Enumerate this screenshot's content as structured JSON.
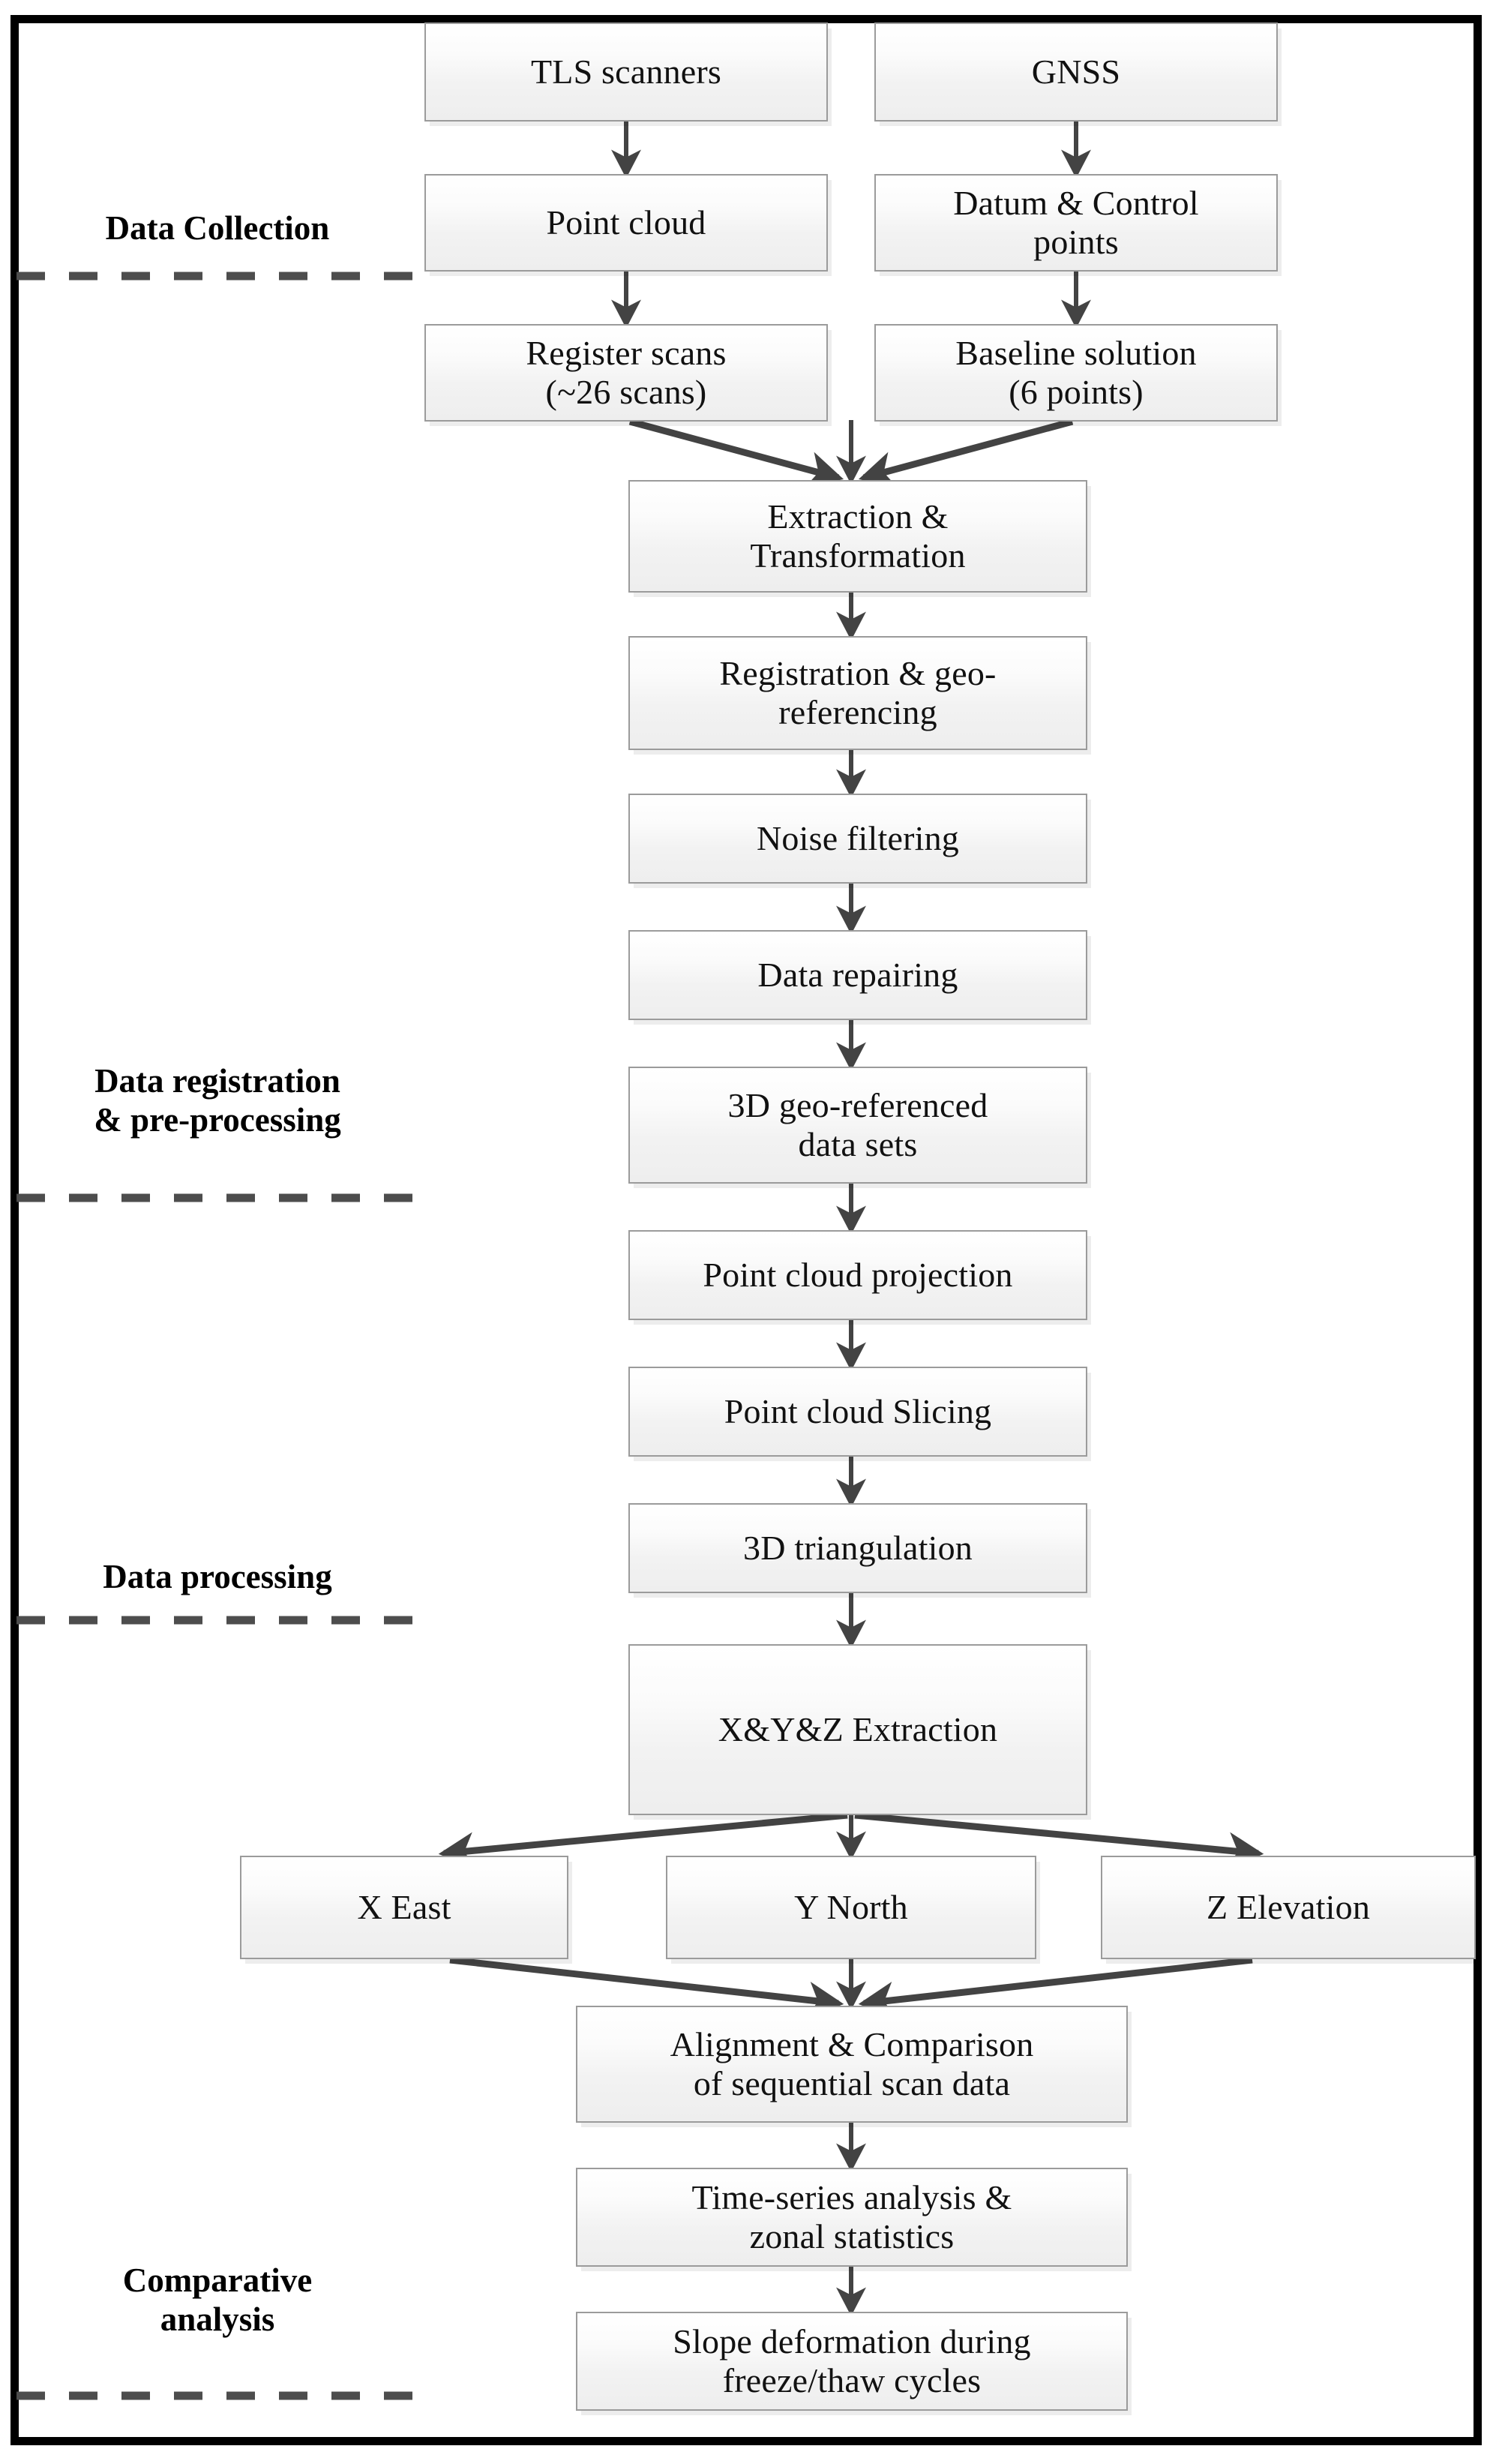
{
  "figure": {
    "kind": "flowchart",
    "orientation": "top-to-bottom",
    "frame_color": "#000000",
    "node_fill": "#f2f2f2",
    "node_border": "#9b9b9b",
    "connector_color": "#434343",
    "divider_color": "#4d4d4d"
  },
  "stages": [
    {
      "id": "collection",
      "label": "Data Collection"
    },
    {
      "id": "registration",
      "label": "Data registration\n& pre-processing"
    },
    {
      "id": "processing",
      "label": "Data processing"
    },
    {
      "id": "comparative",
      "label": "Comparative\nanalysis"
    }
  ],
  "nodes": [
    {
      "id": "tls",
      "label": "TLS scanners"
    },
    {
      "id": "gnss",
      "label": "GNSS"
    },
    {
      "id": "pointcloud",
      "label": "Point cloud"
    },
    {
      "id": "datum",
      "label": "Datum & Control\npoints"
    },
    {
      "id": "register",
      "label": "Register scans\n(~26 scans)"
    },
    {
      "id": "baseline",
      "label": "Baseline  solution\n(6 points)"
    },
    {
      "id": "extraction",
      "label": "Extraction &\nTransformation"
    },
    {
      "id": "georef",
      "label": "Registration & geo-\nreferencing"
    },
    {
      "id": "noise",
      "label": "Noise filtering"
    },
    {
      "id": "repair",
      "label": "Data repairing"
    },
    {
      "id": "datasets",
      "label": "3D geo-referenced\ndata sets"
    },
    {
      "id": "projection",
      "label": "Point cloud projection"
    },
    {
      "id": "slicing",
      "label": "Point cloud Slicing"
    },
    {
      "id": "triangulation",
      "label": "3D triangulation"
    },
    {
      "id": "xyz",
      "label": "X&Y&Z Extraction"
    },
    {
      "id": "xeast",
      "label": "X East"
    },
    {
      "id": "ynorth",
      "label": "Y North"
    },
    {
      "id": "zelev",
      "label": "Z Elevation"
    },
    {
      "id": "alignment",
      "label": "Alignment & Comparison\nof sequential scan data"
    },
    {
      "id": "timeseries",
      "label": "Time-series analysis &\nzonal statistics"
    },
    {
      "id": "slope",
      "label": "Slope deformation during\nfreeze/thaw cycles"
    }
  ],
  "edges": [
    {
      "from": "tls",
      "to": "pointcloud",
      "style": "straight"
    },
    {
      "from": "gnss",
      "to": "datum",
      "style": "straight"
    },
    {
      "from": "pointcloud",
      "to": "register",
      "style": "straight"
    },
    {
      "from": "datum",
      "to": "baseline",
      "style": "straight"
    },
    {
      "from": "register",
      "to": "extraction",
      "style": "diagonal"
    },
    {
      "from": "baseline",
      "to": "extraction",
      "style": "diagonal"
    },
    {
      "from": "extraction",
      "to": "georef",
      "style": "straight"
    },
    {
      "from": "georef",
      "to": "noise",
      "style": "straight"
    },
    {
      "from": "noise",
      "to": "repair",
      "style": "straight"
    },
    {
      "from": "repair",
      "to": "datasets",
      "style": "straight"
    },
    {
      "from": "datasets",
      "to": "projection",
      "style": "straight"
    },
    {
      "from": "projection",
      "to": "slicing",
      "style": "straight"
    },
    {
      "from": "slicing",
      "to": "triangulation",
      "style": "straight"
    },
    {
      "from": "triangulation",
      "to": "xyz",
      "style": "straight"
    },
    {
      "from": "xyz",
      "to": "xeast",
      "style": "diagonal"
    },
    {
      "from": "xyz",
      "to": "ynorth",
      "style": "straight"
    },
    {
      "from": "xyz",
      "to": "zelev",
      "style": "diagonal"
    },
    {
      "from": "xeast",
      "to": "alignment",
      "style": "diagonal"
    },
    {
      "from": "ynorth",
      "to": "alignment",
      "style": "straight"
    },
    {
      "from": "zelev",
      "to": "alignment",
      "style": "diagonal"
    },
    {
      "from": "alignment",
      "to": "timeseries",
      "style": "straight"
    },
    {
      "from": "timeseries",
      "to": "slope",
      "style": "straight"
    }
  ]
}
